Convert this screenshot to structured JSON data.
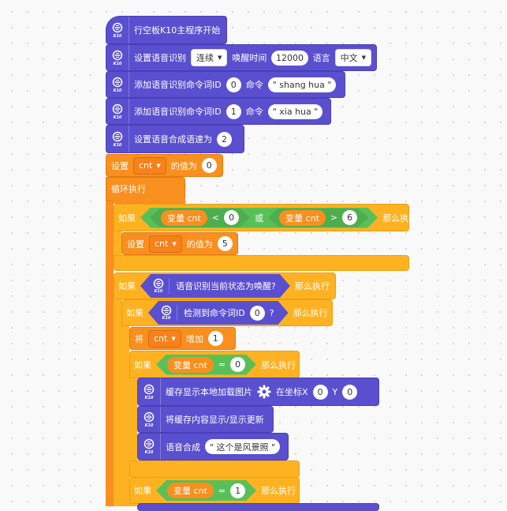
{
  "k10_caption": "K10",
  "blocks": {
    "start": {
      "label": "行空板K10主程序开始"
    },
    "setRecog": {
      "label": "设置语音识别",
      "mode": "连续",
      "wake_label": "唤醒时间",
      "wake_value": "12000",
      "lang_label": "语言",
      "lang": "中文"
    },
    "addCmd1": {
      "label": "添加语音识别命令词ID",
      "id": "0",
      "cmd_label": "命令",
      "cmd": "\" shang hua \""
    },
    "addCmd2": {
      "label": "添加语音识别命令词ID",
      "id": "1",
      "cmd_label": "命令",
      "cmd": "\" xia hua \""
    },
    "speed": {
      "label": "设置语音合成语速为",
      "value": "2"
    },
    "setCnt": {
      "prefix": "设置",
      "var": "cnt",
      "suffix": "的值为",
      "value": "0"
    },
    "loop": {
      "label": "循环执行"
    },
    "if1": {
      "kw": "如果",
      "var_label": "变量 cnt",
      "op1": "<",
      "v1": "0",
      "or": "或",
      "op2": ">",
      "v2": "6",
      "then": "那么执行"
    },
    "setCnt5": {
      "prefix": "设置",
      "var": "cnt",
      "suffix": "的值为",
      "value": "5"
    },
    "if2": {
      "kw": "如果",
      "cond": "语音识别当前状态为唤醒?",
      "then": "那么执行"
    },
    "if3": {
      "kw": "如果",
      "cond": "检测到命令词ID",
      "id": "0",
      "q": "?",
      "then": "那么执行"
    },
    "inc": {
      "prefix": "将",
      "var": "cnt",
      "mid": "增加",
      "value": "1"
    },
    "if4": {
      "kw": "如果",
      "var_label": "变量 cnt",
      "op": "=",
      "value": "0",
      "then": "那么执行"
    },
    "cacheImg": {
      "label": "缓存显示本地加载图片",
      "coord_label": "在坐标X",
      "x": "0",
      "y_label": "Y",
      "y": "0"
    },
    "refresh": {
      "label": "将缓存内容显示/显示更新"
    },
    "tts": {
      "label": "语音合成",
      "text": "\" 这个是风景照 \""
    },
    "if5": {
      "kw": "如果",
      "var_label": "变量 cnt",
      "op": "=",
      "value": "1",
      "then": "那么执行"
    }
  }
}
